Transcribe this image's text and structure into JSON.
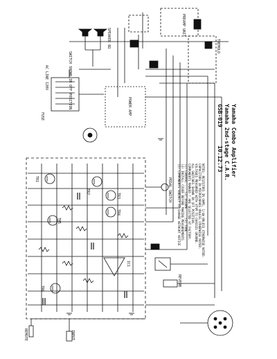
{
  "title_block": {
    "line1": "Yamaha Combo Amplifier",
    "line2": "Yamaha 2nd-stage C.A.R.",
    "line3": "GSB-019",
    "date": "10.12.73"
  },
  "labels": {
    "power_amp": "POWER AMP",
    "preamp_unit": "PREAMP UNIT",
    "remote": "REMOTE",
    "pedal_switch": "PEDAL SWITCH",
    "input": "INPUT",
    "ac_line": "AC LINE 120V",
    "fuse": "FUSE",
    "speaker": "SPEAKER 8Ω",
    "tremolo": "TREMOLO",
    "reverb": "REVERB",
    "power_switch_note": "SWITCH SHOWN IN OFF POSITION",
    "tr1": "TR1",
    "tr2": "TR2",
    "tr3": "TR3",
    "tr4": "TR4",
    "tr5": "TR5",
    "tr6": "TR6",
    "ic1": "IC1"
  },
  "notes": [
    "NOTES: RESISTORS IN OHMS, 1/4W UNLESS OTHERWISE NOTED.",
    "CAPACITORS IN MICROFARADS UNLESS OTHERWISE NOTED.",
    "VOLTAGES MEASURED WITH VTVM TO CHASSIS GROUND.",
    "ALL SWITCHES SHOWN IN OFF POSITION.",
    "COMPONENTS MARKED * ARE SELECTED AT FACTORY.",
    "(1) CONTROL ... (2) VOLUME ... (3) TONE",
    "(4) INSTALL COVER BEFORE MAKING MEASUREMENTS",
    "(5) COMPONENTS SUBJECT TO CHANGE WITHOUT NOTICE"
  ]
}
